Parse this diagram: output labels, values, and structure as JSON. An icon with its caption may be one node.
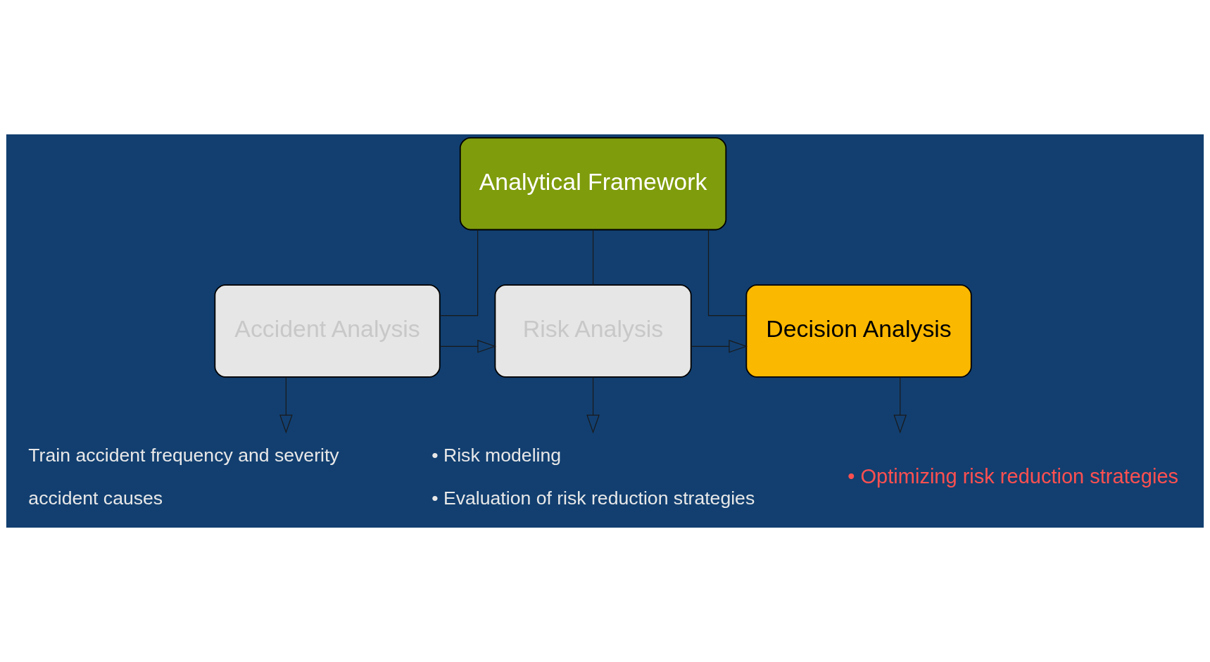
{
  "diagram": {
    "nodes": [
      {
        "text": [
          "Analytical Framework"
        ]
      },
      {
        "text": [
          "Accident Analysis"
        ]
      },
      {
        "text": [
          "Risk Analysis"
        ]
      },
      {
        "text": [
          "Decision Analysis"
        ]
      },
      {
        "text": [
          "Train accident frequency and severity",
          "accident causes"
        ]
      },
      {
        "text": [
          "• Risk modeling",
          "• Evaluation of risk reduction strategies"
        ]
      },
      {
        "text": [
          "• Optimizing risk reduction strategies"
        ]
      }
    ],
    "edges": [
      {
        "from": 0,
        "to": 1,
        "arrow": "none"
      },
      {
        "from": 0,
        "to": 2,
        "arrow": "none"
      },
      {
        "from": 0,
        "to": 3,
        "arrow": "none"
      },
      {
        "from": 1,
        "to": 2,
        "arrow": "to"
      },
      {
        "from": 2,
        "to": 3,
        "arrow": "to"
      },
      {
        "from": 1,
        "to": 4,
        "arrow": "to"
      },
      {
        "from": 2,
        "to": 5,
        "arrow": "to"
      },
      {
        "from": 3,
        "to": 6,
        "arrow": "to"
      }
    ]
  }
}
